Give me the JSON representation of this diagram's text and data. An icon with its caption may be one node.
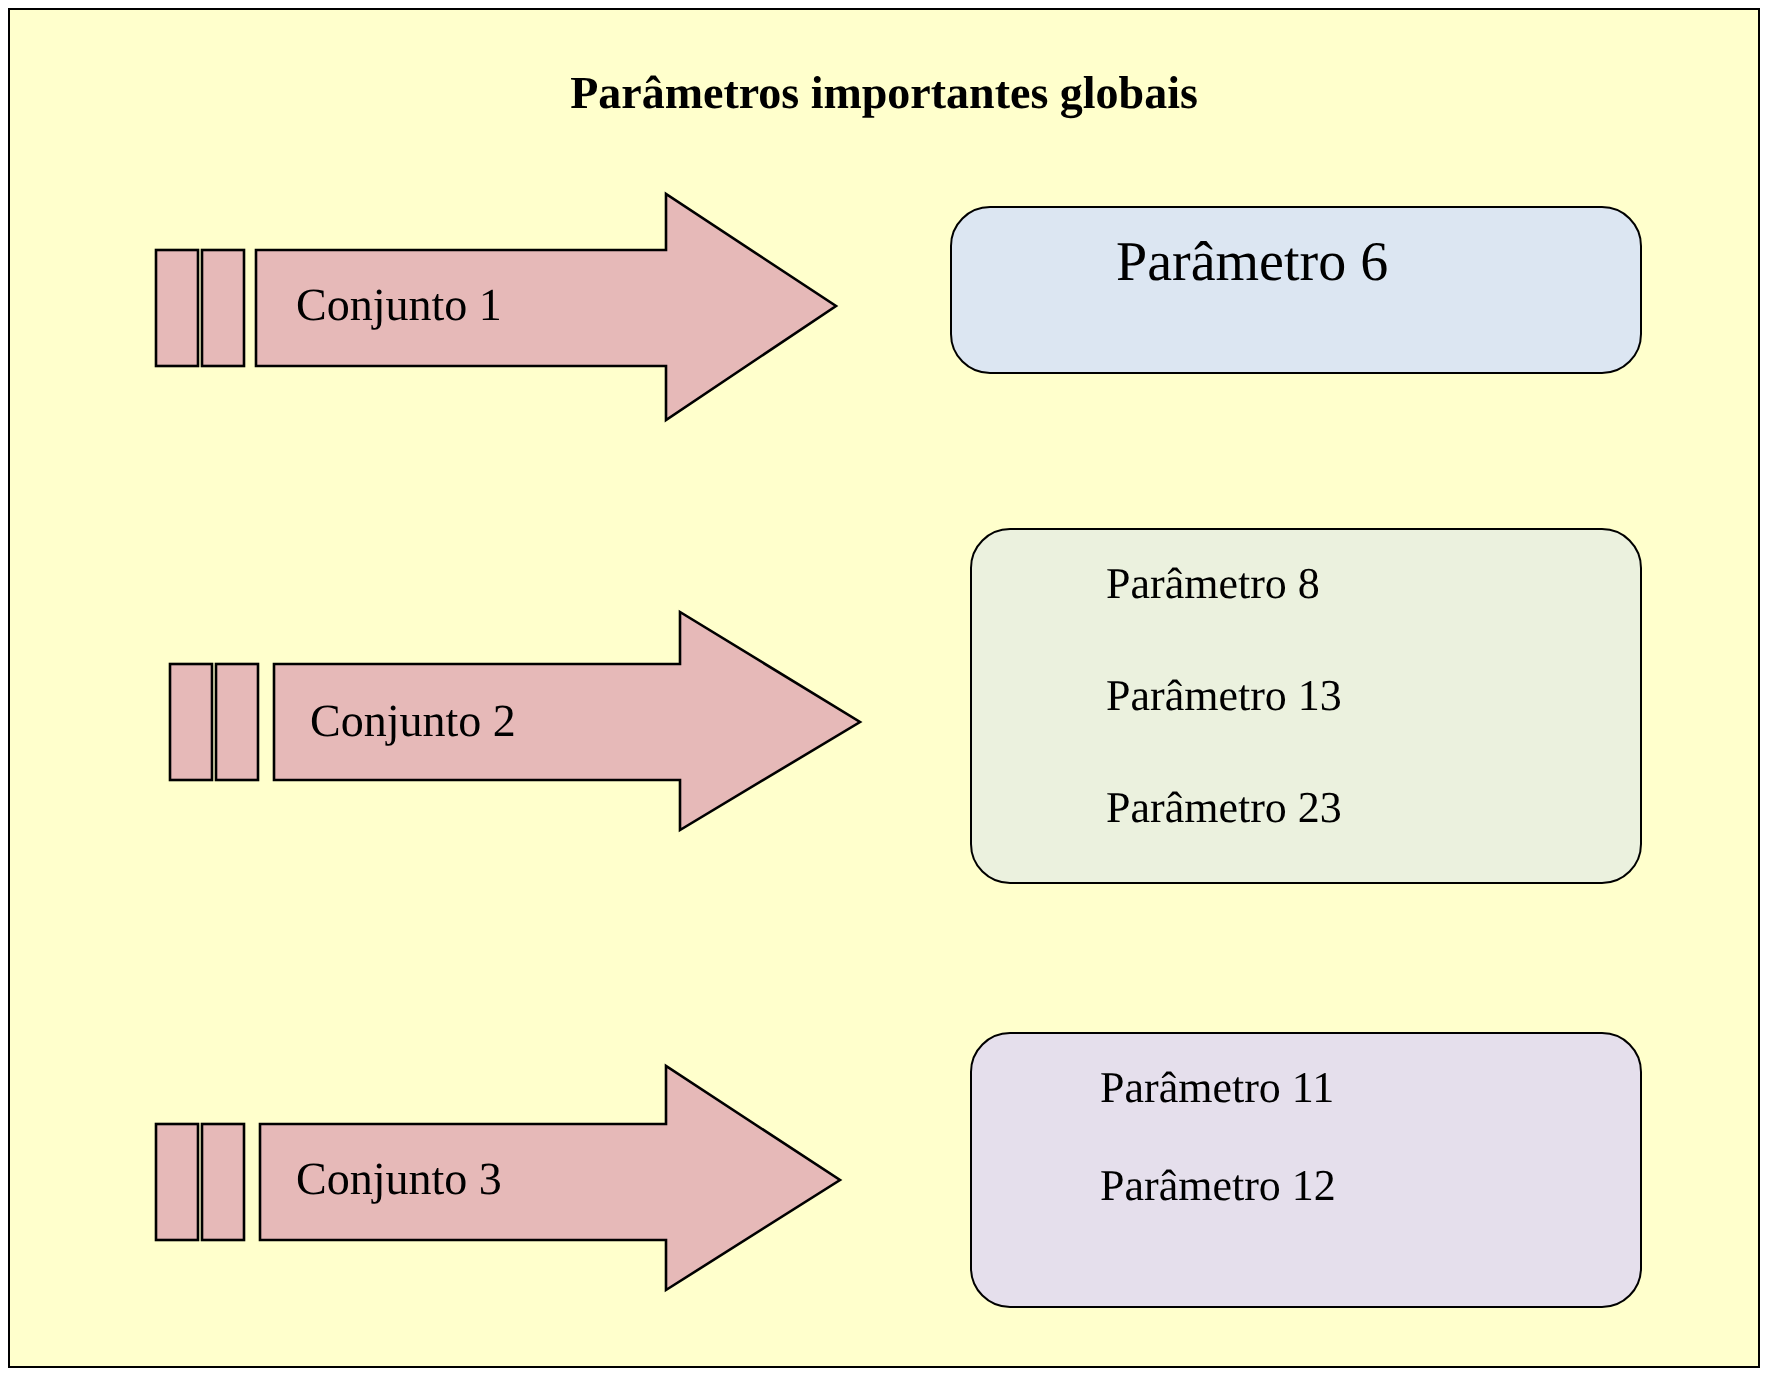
{
  "diagram": {
    "title": "Parâmetros importantes globais",
    "nodes": [
      {
        "text": [
          "Conjunto 1"
        ]
      },
      {
        "text": [
          "Parâmetro 6"
        ]
      },
      {
        "text": [
          "Conjunto 2"
        ]
      },
      {
        "text": [
          "Parâmetro 8",
          "Parâmetro 13",
          "Parâmetro 23"
        ]
      },
      {
        "text": [
          "Conjunto 3"
        ]
      },
      {
        "text": [
          "Parâmetro 11",
          "Parâmetro 12"
        ]
      }
    ]
  }
}
